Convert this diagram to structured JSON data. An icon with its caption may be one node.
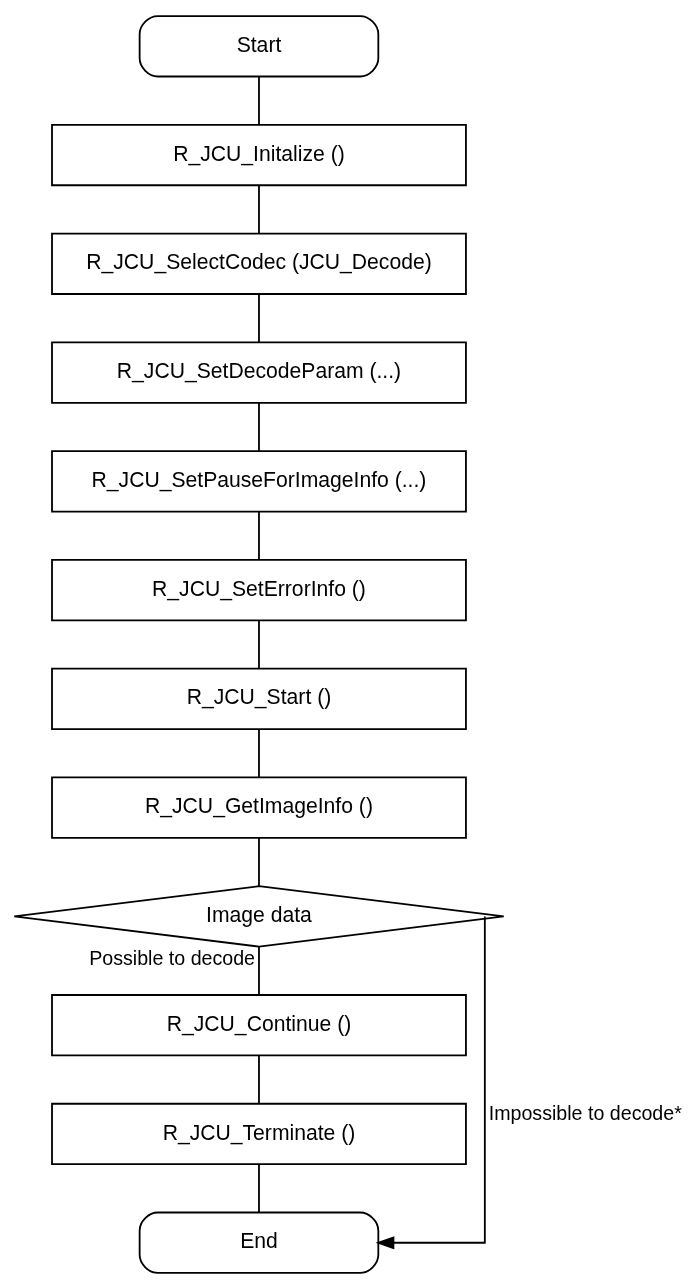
{
  "diagram": {
    "nodes": [
      {
        "text": [
          "Start"
        ]
      },
      {
        "text": [
          "R_JCU_Initalize ()"
        ]
      },
      {
        "text": [
          "R_JCU_SelectCodec (JCU_Decode)"
        ]
      },
      {
        "text": [
          "R_JCU_SetDecodeParam (...)"
        ]
      },
      {
        "text": [
          "R_JCU_SetPauseForImageInfo (...)"
        ]
      },
      {
        "text": [
          "R_JCU_SetErrorInfo ()"
        ]
      },
      {
        "text": [
          "R_JCU_Start ()"
        ]
      },
      {
        "text": [
          "R_JCU_GetImageInfo ()"
        ]
      },
      {
        "text": [
          "Image data"
        ]
      },
      {
        "text": [
          "R_JCU_Continue ()"
        ]
      },
      {
        "text": [
          "R_JCU_Terminate ()"
        ]
      },
      {
        "text": [
          "End"
        ]
      }
    ],
    "edges": [
      {
        "from": 0,
        "to": 1,
        "arrow": "none"
      },
      {
        "from": 1,
        "to": 2,
        "arrow": "none"
      },
      {
        "from": 2,
        "to": 3,
        "arrow": "none"
      },
      {
        "from": 3,
        "to": 4,
        "arrow": "none"
      },
      {
        "from": 4,
        "to": 5,
        "arrow": "none"
      },
      {
        "from": 5,
        "to": 6,
        "arrow": "none"
      },
      {
        "from": 6,
        "to": 7,
        "arrow": "none"
      },
      {
        "from": 7,
        "to": 8,
        "arrow": "none"
      },
      {
        "from": 8,
        "to": 9,
        "arrow": "none",
        "label": "Possible to decode"
      },
      {
        "from": 9,
        "to": 10,
        "arrow": "none"
      },
      {
        "from": 10,
        "to": 11,
        "arrow": "none"
      },
      {
        "from": 8,
        "to": 11,
        "arrow": "to",
        "label": "Impossible to decode*"
      }
    ]
  }
}
